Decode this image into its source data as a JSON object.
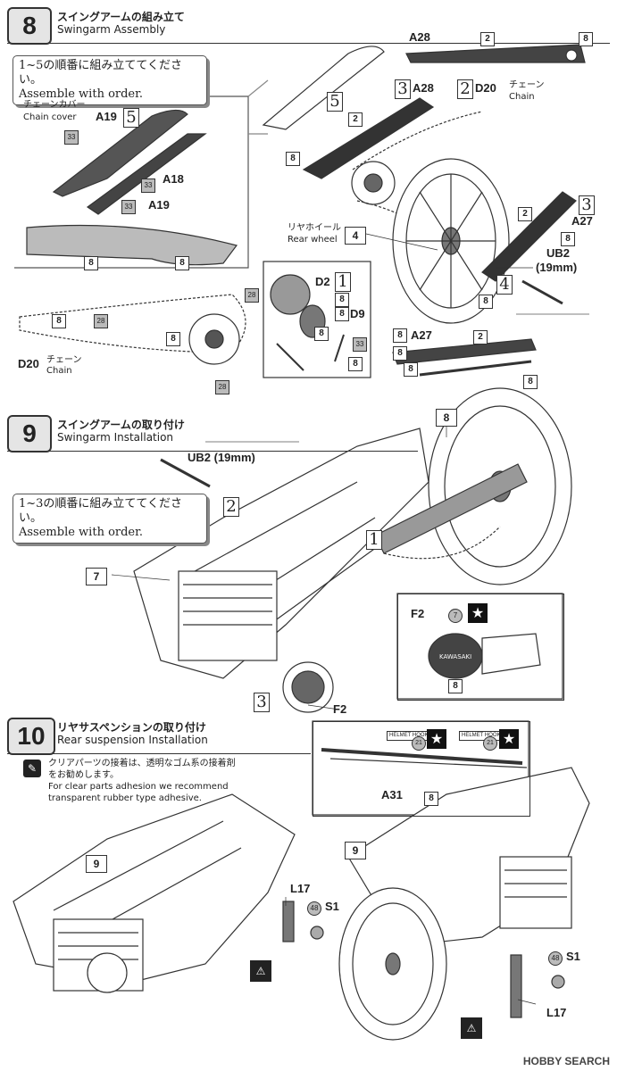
{
  "step8": {
    "number": "8",
    "title_jp": "スイングアームの組み立て",
    "title_en": "Swingarm Assembly",
    "note_jp": "1~5の順番に組み立ててください。",
    "note_en": "Assemble with order.",
    "chain_cover_jp": "チェーンカバー",
    "chain_cover_en": "Chain cover",
    "rear_wheel_jp": "リヤホイール",
    "rear_wheel_en": "Rear wheel",
    "chain_jp": "チェーン",
    "chain_en": "Chain",
    "parts": {
      "a19": "A19",
      "a18": "A18",
      "a28": "A28",
      "d20": "D20",
      "a27": "A27",
      "ub2": "UB2",
      "ub2_len": "(19mm)",
      "d2": "D2",
      "d9": "D9"
    },
    "order": {
      "one": "1",
      "two": "2",
      "three": "3",
      "four": "4",
      "five": "5"
    },
    "paint": {
      "p8": "8",
      "p28": "28",
      "p33": "33",
      "p2": "2",
      "p4": "4"
    }
  },
  "step9": {
    "number": "9",
    "title_jp": "スイングアームの取り付け",
    "title_en": "Swingarm Installation",
    "note_jp": "1~3の順番に組み立ててください。",
    "note_en": "Assemble with order.",
    "ub2": "UB2 (19mm)",
    "f2": "F2",
    "paint_7": "7",
    "paint_8": "8",
    "label_8": "8",
    "label_7": "7",
    "order": {
      "one": "1",
      "two": "2",
      "three": "3"
    },
    "cover_text": "KAWASAKI"
  },
  "step10": {
    "number": "10",
    "title_jp": "リヤサスペンションの取り付け",
    "title_en": "Rear suspension Installation",
    "tip_jp": "クリアパーツの接着は、透明なゴム系の接着剤をお勧めします。",
    "tip_en": "For clear parts adhesion we recommend transparent rubber type adhesive.",
    "a31": "A31",
    "l17": "L17",
    "s1": "S1",
    "paint_48": "48",
    "paint_8": "8",
    "paint_21": "21",
    "label_9": "9",
    "helmet_hook": "HELMET HOOK"
  },
  "watermark": "HOBBY SEARCH"
}
